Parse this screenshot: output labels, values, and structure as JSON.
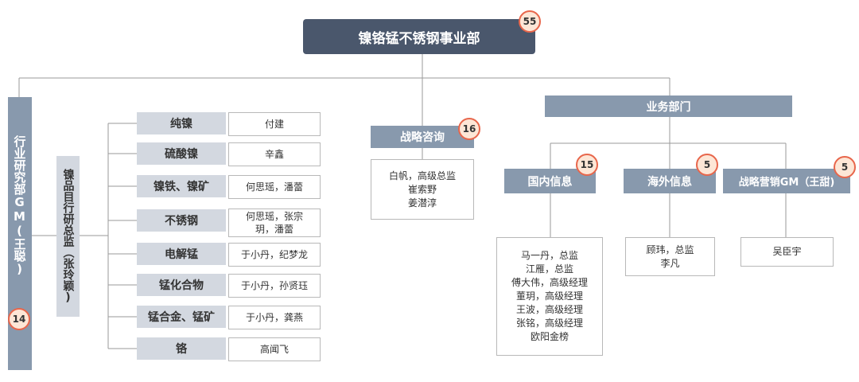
{
  "root": {
    "title": "镍铬锰不锈钢事业部",
    "count": "55"
  },
  "industry": {
    "title": "行业研究部GM(王聪)",
    "count": "14"
  },
  "director": {
    "title": "镍品目行研总监（张玲颖)"
  },
  "categories": [
    {
      "name": "纯镍",
      "people": [
        "付建"
      ]
    },
    {
      "name": "硫酸镍",
      "people": [
        "辛鑫"
      ]
    },
    {
      "name": "镍铁、镍矿",
      "people": [
        "何思瑶，潘蕾"
      ]
    },
    {
      "name": "不锈钢",
      "people": [
        "何思瑶，张宗",
        "玥，潘蕾"
      ]
    },
    {
      "name": "电解锰",
      "people": [
        "于小丹，纪梦龙"
      ]
    },
    {
      "name": "锰化合物",
      "people": [
        "于小丹，孙贤珏"
      ]
    },
    {
      "name": "锰合金、锰矿",
      "people": [
        "于小丹，龚燕"
      ]
    },
    {
      "name": "铬",
      "people": [
        "高闻飞"
      ]
    }
  ],
  "strategy": {
    "title": "战略咨询",
    "count": "16",
    "people": [
      "白帆，高级总监",
      "崔索野",
      "姜潜淳"
    ]
  },
  "business": {
    "title": "业务部门",
    "domestic": {
      "title": "国内信息",
      "count": "15",
      "people": [
        "马一丹，总监",
        "江雁，总监",
        "傅大伟，高级经理",
        "董玥，高级经理",
        "王波，高级经理",
        "张铭，高级经理",
        "欧阳金榜"
      ]
    },
    "overseas": {
      "title": "海外信息",
      "count": "5",
      "people": [
        "顾玮，总监",
        "李凡"
      ]
    },
    "marketing": {
      "title": "战略营销GM（王甜)",
      "count": "5",
      "people": [
        "吴臣宇"
      ]
    }
  }
}
